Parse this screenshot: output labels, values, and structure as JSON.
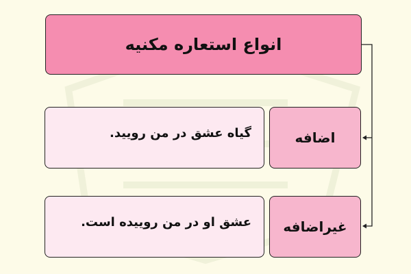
{
  "title": "انواع استعاره مکنیه",
  "rows": [
    {
      "label": "اضافه",
      "example": "گیاه عشق در من رویید."
    },
    {
      "label": "غیراضافه",
      "example": "عشق او در من روییده است."
    }
  ],
  "colors": {
    "background": "#fdfbe8",
    "title_fill": "#f58db0",
    "label_fill": "#f7b6cd",
    "example_fill": "#fde9f1",
    "border": "#222222"
  }
}
